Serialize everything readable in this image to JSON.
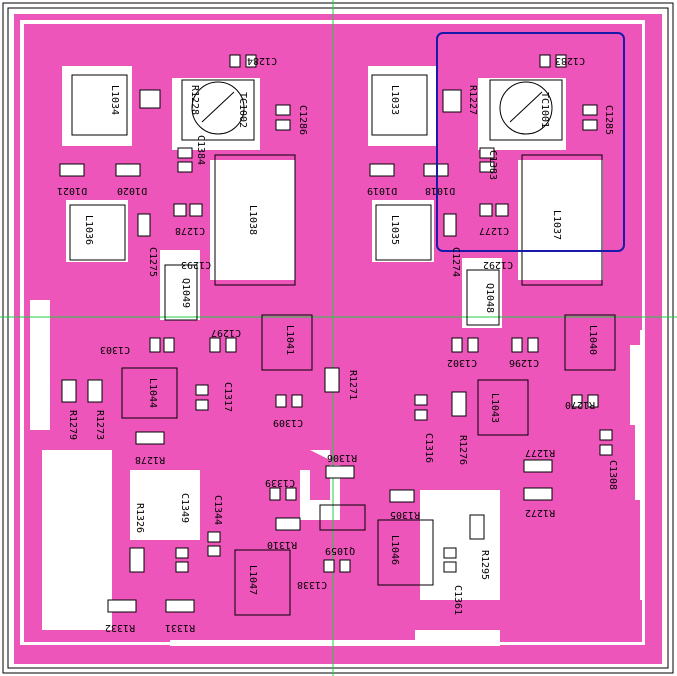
{
  "board": {
    "copper_color": "#ee55bb",
    "crosshair_color": "#22cc44",
    "highlight_color": "#1a1aaa",
    "background_color": "#ffffff"
  },
  "labels": {
    "C1284": "C1284",
    "R1228": "R1228",
    "L1034": "L1034",
    "TC1002": "TC1002",
    "C1286": "C1286",
    "C1384": "C1384",
    "D1021": "D1021",
    "D1020": "D1020",
    "L1038": "L1038",
    "L1036": "L1036",
    "C1278": "C1278",
    "C1275": "C1275",
    "C1293": "C1293",
    "Q1049": "Q1049",
    "C1297": "C1297",
    "C1303": "C1303",
    "L1041": "L1041",
    "R1271": "R1271",
    "C1317": "C1317",
    "C1309": "C1309",
    "L1044": "L1044",
    "R1279": "R1279",
    "R1273": "R1273",
    "R1278": "R1278",
    "C1283": "C1283",
    "R1227": "R1227",
    "L1033": "L1033",
    "TC1001": "TC1001",
    "C1285": "C1285",
    "C1383": "C1383",
    "D1019": "D1019",
    "D1018": "D1018",
    "L1037": "L1037",
    "L1035": "L1035",
    "C1277": "C1277",
    "C1274": "C1274",
    "C1292": "C1292",
    "Q1048": "Q1048",
    "C1302": "C1302",
    "C1296": "C1296",
    "L1040": "L1040",
    "L1043": "L1043",
    "R1270": "R1270",
    "C1316": "C1316",
    "R1276": "R1276",
    "R1277": "R1277",
    "R1272": "R1272",
    "C1308": "C1308",
    "R1306": "R1306",
    "C1339": "C1339",
    "R1326": "R1326",
    "C1349": "C1349",
    "C1344": "C1344",
    "R1305": "R1305",
    "R1310": "R1310",
    "Q1059": "Q1059",
    "L1046": "L1046",
    "L1047": "L1047",
    "C1338": "C1338",
    "C1361": "C1361",
    "R1295": "R1295",
    "R1332": "R1332",
    "R1331": "R1331"
  }
}
